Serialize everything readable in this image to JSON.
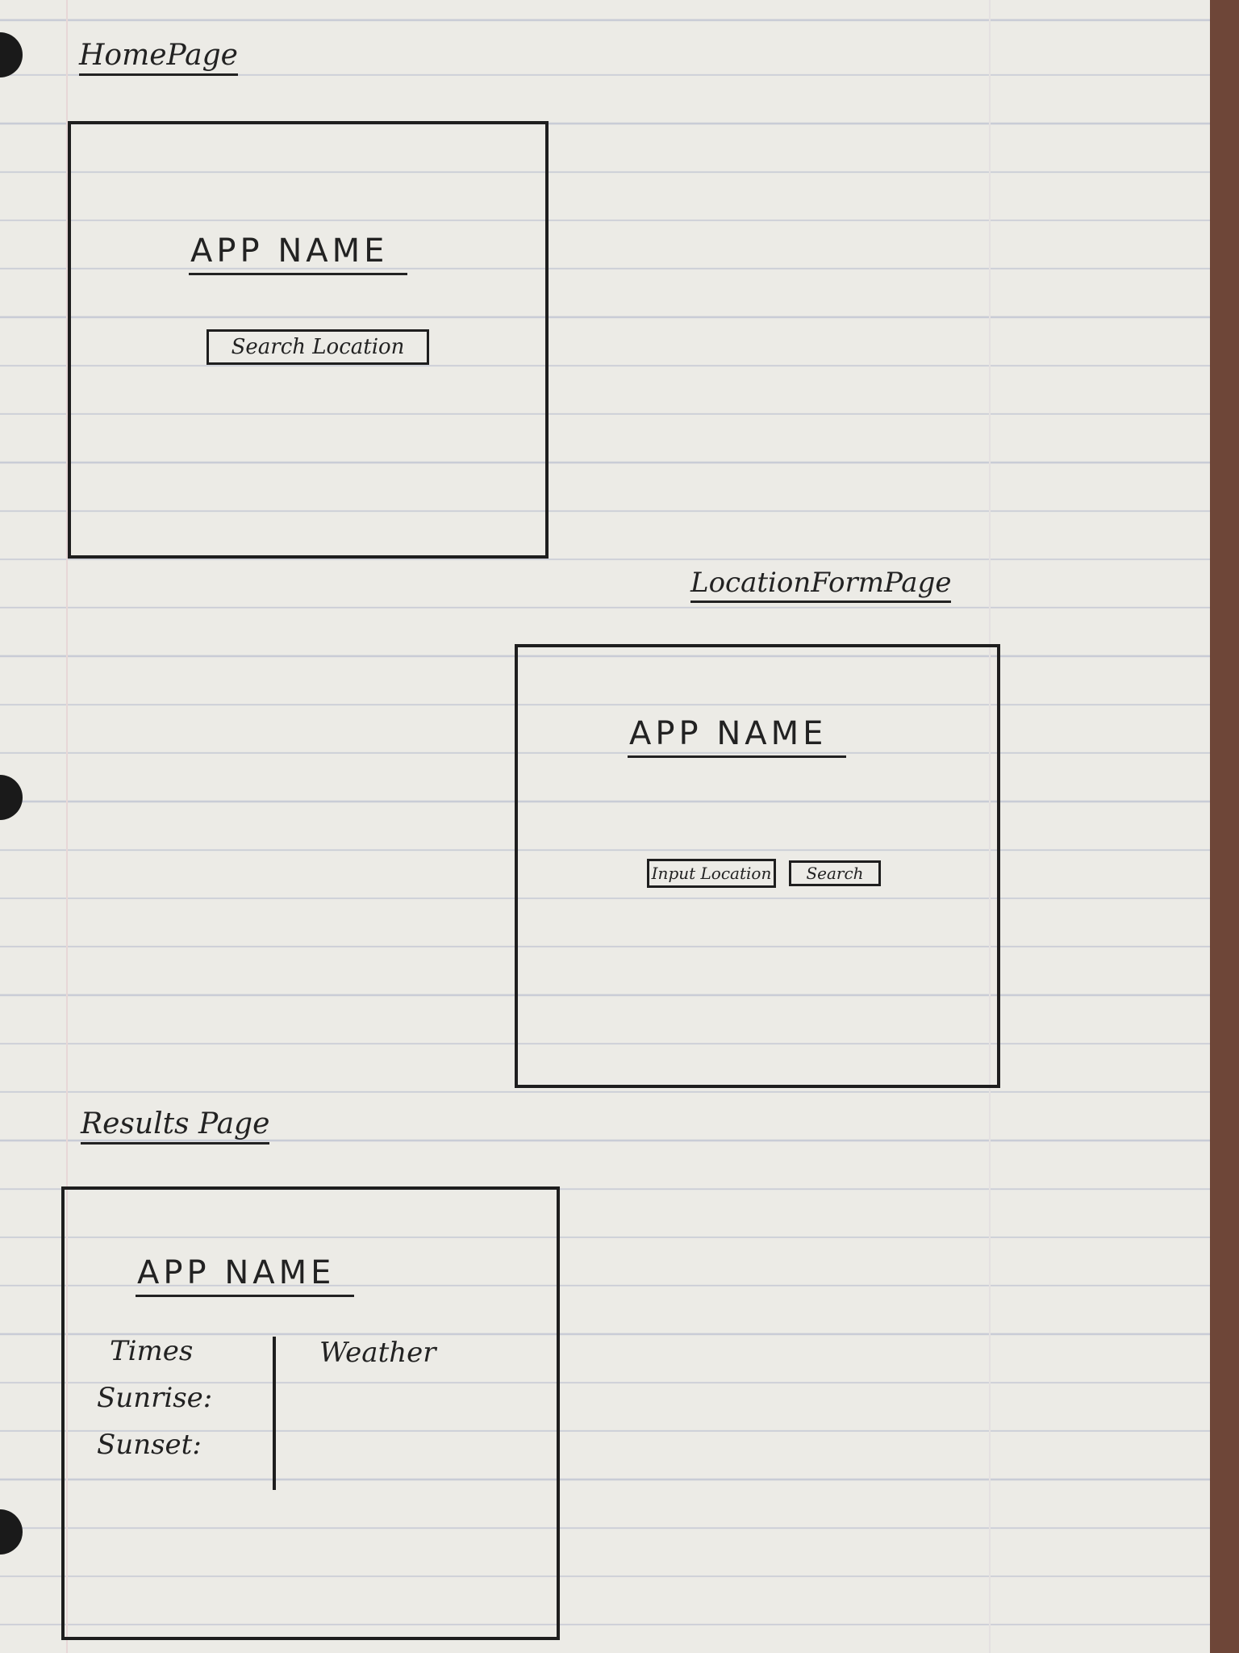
{
  "labels": {
    "home": "HomePage",
    "location": "LocationFormPage",
    "results": "Results Page"
  },
  "home": {
    "app_name": "APP NAME",
    "search_button": "Search Location"
  },
  "location": {
    "app_name": "APP NAME",
    "input_placeholder": "Input Location",
    "search_button": "Search"
  },
  "results": {
    "app_name": "APP NAME",
    "times_heading": "Times",
    "sunrise_label": "Sunrise:",
    "sunset_label": "Sunset:",
    "weather_heading": "Weather"
  }
}
